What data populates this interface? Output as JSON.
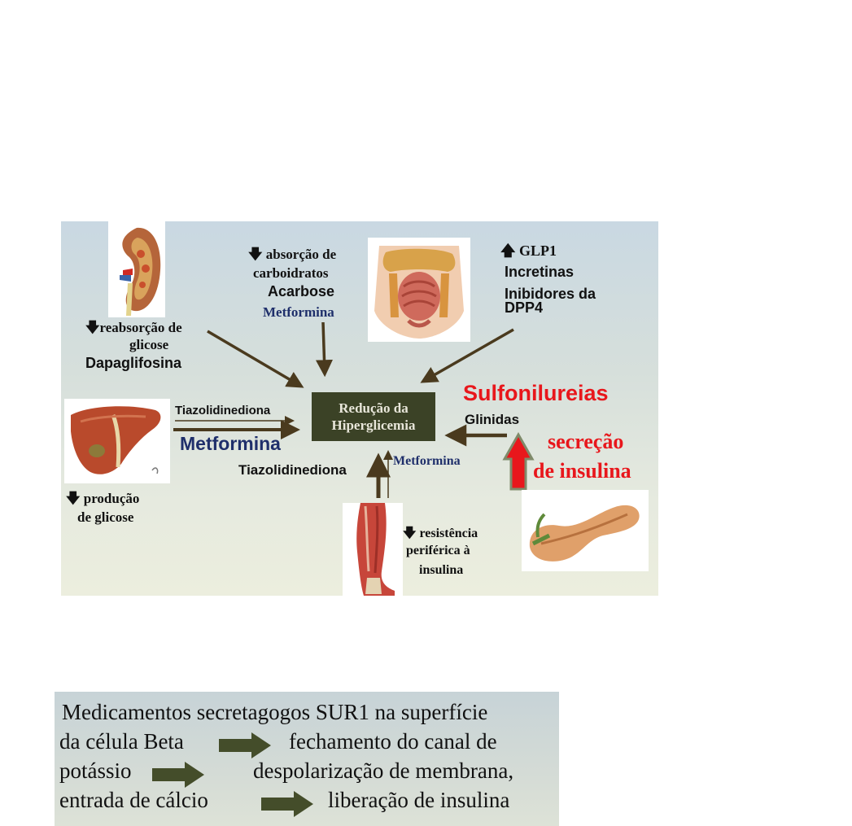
{
  "diagram": {
    "center": {
      "line1": "Redução da",
      "line2": "Hiperglicemia"
    },
    "kidney": {
      "effect_line1": "reabsorção de",
      "effect_line2": "glicose",
      "drug": "Dapaglifosina"
    },
    "intestine": {
      "effect_line1": "absorção de",
      "effect_line2": "carboidratos",
      "drug1": "Acarbose",
      "drug2": "Metformina"
    },
    "incretins": {
      "effect": "GLP1",
      "drug1": "Incretinas",
      "drug2_line1": "Inibidores da",
      "drug2_line2": "DPP4"
    },
    "liver": {
      "arrow_label": "Tiazolidinediona",
      "drug": "Metformina",
      "effect_line1": "produção",
      "effect_line2": "de glicose"
    },
    "muscle": {
      "drug1": "Tiazolidinediona",
      "drug2": "Metformina",
      "effect_line1": "resistência",
      "effect_line2": "periférica à",
      "effect_line3": "insulina"
    },
    "pancreas": {
      "drug1": "Sulfonilureias",
      "drug2": "Glinidas",
      "effect_line1": "secreção",
      "effect_line2": "de insulina"
    },
    "colors": {
      "arrow": "#4a3a1e",
      "center_box": "#3b4226",
      "accent_red": "#e8171c",
      "accent_blue": "#1f2f6b"
    }
  },
  "mechanism": {
    "line1": "Medicamentos secretagogos SUR1 na superfície",
    "line2_a": "da célula Beta",
    "line2_b": "fechamento do canal de",
    "line3_a": "potássio",
    "line3_b": "despolarização de membrana,",
    "line4_a": "entrada de cálcio",
    "line4_b": "liberação de insulina"
  }
}
